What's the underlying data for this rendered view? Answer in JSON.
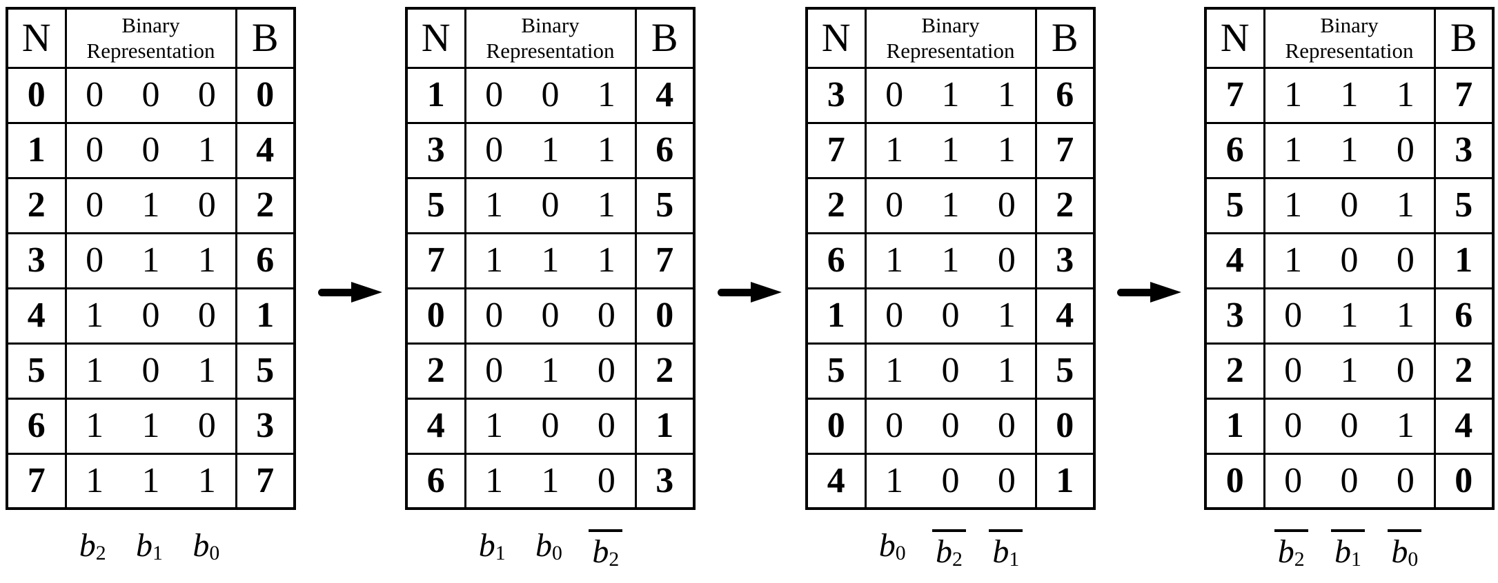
{
  "colors": {
    "foreground": "#000000",
    "background": "#ffffff"
  },
  "icons": {
    "arrow": "right-arrow"
  },
  "tables": [
    {
      "header": {
        "n": "N",
        "binary": "Binary Representation",
        "b": "B"
      },
      "rows": [
        {
          "n": "0",
          "bits": [
            "0",
            "0",
            "0"
          ],
          "b": "0"
        },
        {
          "n": "1",
          "bits": [
            "0",
            "0",
            "1"
          ],
          "b": "4"
        },
        {
          "n": "2",
          "bits": [
            "0",
            "1",
            "0"
          ],
          "b": "2"
        },
        {
          "n": "3",
          "bits": [
            "0",
            "1",
            "1"
          ],
          "b": "6"
        },
        {
          "n": "4",
          "bits": [
            "1",
            "0",
            "0"
          ],
          "b": "1"
        },
        {
          "n": "5",
          "bits": [
            "1",
            "0",
            "1"
          ],
          "b": "5"
        },
        {
          "n": "6",
          "bits": [
            "1",
            "1",
            "0"
          ],
          "b": "3"
        },
        {
          "n": "7",
          "bits": [
            "1",
            "1",
            "1"
          ],
          "b": "7"
        }
      ],
      "labels": [
        {
          "base": "b",
          "sub": "2",
          "bar": false
        },
        {
          "base": "b",
          "sub": "1",
          "bar": false
        },
        {
          "base": "b",
          "sub": "0",
          "bar": false
        }
      ]
    },
    {
      "header": {
        "n": "N",
        "binary": "Binary Representation",
        "b": "B"
      },
      "rows": [
        {
          "n": "1",
          "bits": [
            "0",
            "0",
            "1"
          ],
          "b": "4"
        },
        {
          "n": "3",
          "bits": [
            "0",
            "1",
            "1"
          ],
          "b": "6"
        },
        {
          "n": "5",
          "bits": [
            "1",
            "0",
            "1"
          ],
          "b": "5"
        },
        {
          "n": "7",
          "bits": [
            "1",
            "1",
            "1"
          ],
          "b": "7"
        },
        {
          "n": "0",
          "bits": [
            "0",
            "0",
            "0"
          ],
          "b": "0"
        },
        {
          "n": "2",
          "bits": [
            "0",
            "1",
            "0"
          ],
          "b": "2"
        },
        {
          "n": "4",
          "bits": [
            "1",
            "0",
            "0"
          ],
          "b": "1"
        },
        {
          "n": "6",
          "bits": [
            "1",
            "1",
            "0"
          ],
          "b": "3"
        }
      ],
      "labels": [
        {
          "base": "b",
          "sub": "1",
          "bar": false
        },
        {
          "base": "b",
          "sub": "0",
          "bar": false
        },
        {
          "base": "b",
          "sub": "2",
          "bar": true
        }
      ]
    },
    {
      "header": {
        "n": "N",
        "binary": "Binary Representation",
        "b": "B"
      },
      "rows": [
        {
          "n": "3",
          "bits": [
            "0",
            "1",
            "1"
          ],
          "b": "6"
        },
        {
          "n": "7",
          "bits": [
            "1",
            "1",
            "1"
          ],
          "b": "7"
        },
        {
          "n": "2",
          "bits": [
            "0",
            "1",
            "0"
          ],
          "b": "2"
        },
        {
          "n": "6",
          "bits": [
            "1",
            "1",
            "0"
          ],
          "b": "3"
        },
        {
          "n": "1",
          "bits": [
            "0",
            "0",
            "1"
          ],
          "b": "4"
        },
        {
          "n": "5",
          "bits": [
            "1",
            "0",
            "1"
          ],
          "b": "5"
        },
        {
          "n": "0",
          "bits": [
            "0",
            "0",
            "0"
          ],
          "b": "0"
        },
        {
          "n": "4",
          "bits": [
            "1",
            "0",
            "0"
          ],
          "b": "1"
        }
      ],
      "labels": [
        {
          "base": "b",
          "sub": "0",
          "bar": false
        },
        {
          "base": "b",
          "sub": "2",
          "bar": true
        },
        {
          "base": "b",
          "sub": "1",
          "bar": true
        }
      ]
    },
    {
      "header": {
        "n": "N",
        "binary": "Binary Representation",
        "b": "B"
      },
      "rows": [
        {
          "n": "7",
          "bits": [
            "1",
            "1",
            "1"
          ],
          "b": "7"
        },
        {
          "n": "6",
          "bits": [
            "1",
            "1",
            "0"
          ],
          "b": "3"
        },
        {
          "n": "5",
          "bits": [
            "1",
            "0",
            "1"
          ],
          "b": "5"
        },
        {
          "n": "4",
          "bits": [
            "1",
            "0",
            "0"
          ],
          "b": "1"
        },
        {
          "n": "3",
          "bits": [
            "0",
            "1",
            "1"
          ],
          "b": "6"
        },
        {
          "n": "2",
          "bits": [
            "0",
            "1",
            "0"
          ],
          "b": "2"
        },
        {
          "n": "1",
          "bits": [
            "0",
            "0",
            "1"
          ],
          "b": "4"
        },
        {
          "n": "0",
          "bits": [
            "0",
            "0",
            "0"
          ],
          "b": "0"
        }
      ],
      "labels": [
        {
          "base": "b",
          "sub": "2",
          "bar": true
        },
        {
          "base": "b",
          "sub": "1",
          "bar": true
        },
        {
          "base": "b",
          "sub": "0",
          "bar": true
        }
      ]
    }
  ]
}
